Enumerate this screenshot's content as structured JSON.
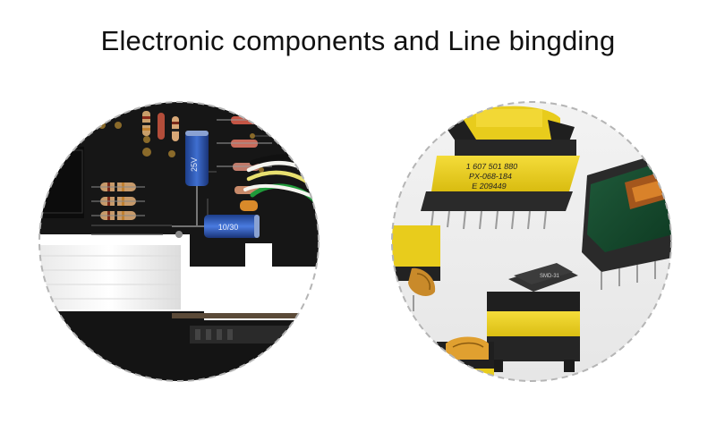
{
  "page": {
    "title": "Electronic components and Line bingding"
  },
  "photos": [
    {
      "name": "circuit-board-photo",
      "component_labels": [
        "25V",
        "10/30"
      ]
    },
    {
      "name": "transformers-photo",
      "component_labels": [
        "1 607 501 880",
        "PX-068-184",
        "E 209449",
        "SMD-31"
      ]
    }
  ],
  "colors": {
    "background": "#ffffff",
    "title_text": "#111111",
    "circle_border": "#b5b5b5",
    "board": "#161616",
    "transformer_yellow": "#e8cc1c",
    "transformer_black": "#1f1f1f"
  }
}
